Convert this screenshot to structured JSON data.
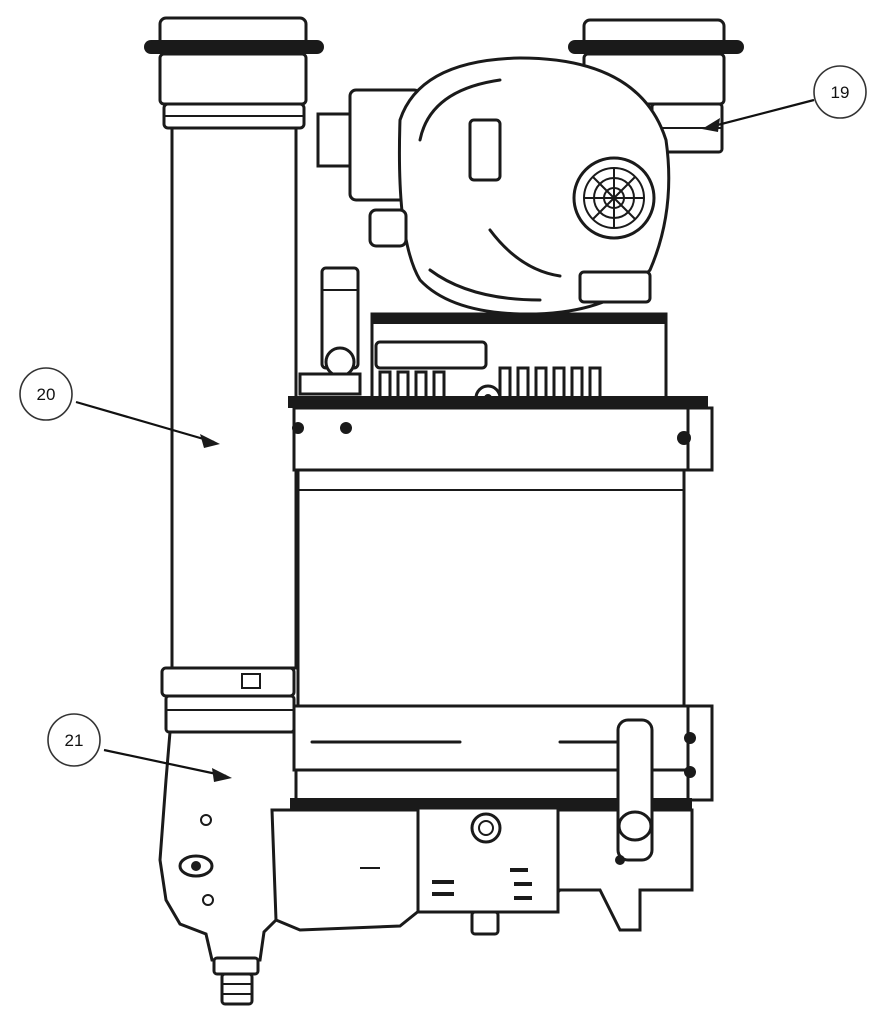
{
  "callouts": [
    {
      "id": "19",
      "label": "19"
    },
    {
      "id": "20",
      "label": "20"
    },
    {
      "id": "21",
      "label": "21"
    }
  ],
  "colors": {
    "line": "#1a1a1a",
    "background": "#ffffff"
  }
}
